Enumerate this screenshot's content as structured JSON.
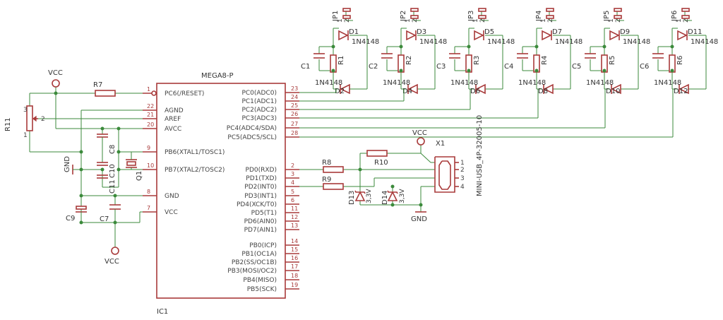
{
  "ic": {
    "name": "MEGA8-P",
    "ref": "IC1",
    "left_pins": [
      {
        "num": "1",
        "name": "PC6(/RESET)"
      },
      {
        "num": "22",
        "name": "AGND"
      },
      {
        "num": "21",
        "name": "AREF"
      },
      {
        "num": "20",
        "name": "AVCC"
      },
      {
        "num": "9",
        "name": "PB6(XTAL1/TOSC1)"
      },
      {
        "num": "10",
        "name": "PB7(XTAL2/TOSC2)"
      },
      {
        "num": "8",
        "name": "GND"
      },
      {
        "num": "7",
        "name": "VCC"
      }
    ],
    "right_pins": [
      {
        "num": "23",
        "name": "PC0(ADC0)"
      },
      {
        "num": "24",
        "name": "PC1(ADC1)"
      },
      {
        "num": "25",
        "name": "PC2(ADC2)"
      },
      {
        "num": "26",
        "name": "PC3(ADC3)"
      },
      {
        "num": "27",
        "name": "PC4(ADC4/SDA)"
      },
      {
        "num": "28",
        "name": "PC5(ADC5/SCL)"
      },
      {
        "num": "2",
        "name": "PD0(RXD)"
      },
      {
        "num": "3",
        "name": "PD1(TXD)"
      },
      {
        "num": "4",
        "name": "PD2(INT0)"
      },
      {
        "num": "5",
        "name": "PD3(INT1)"
      },
      {
        "num": "6",
        "name": "PD4(XCK/T0)"
      },
      {
        "num": "11",
        "name": "PD5(T1)"
      },
      {
        "num": "12",
        "name": "PD6(AIN0)"
      },
      {
        "num": "13",
        "name": "PD7(AIN1)"
      },
      {
        "num": "14",
        "name": "PB0(ICP)"
      },
      {
        "num": "15",
        "name": "PB1(OC1A)"
      },
      {
        "num": "16",
        "name": "PB2(SS/OC1B)"
      },
      {
        "num": "17",
        "name": "PB3(MOSI/OC2)"
      },
      {
        "num": "18",
        "name": "PB4(MISO)"
      },
      {
        "num": "19",
        "name": "PB5(SCK)"
      }
    ]
  },
  "channels": [
    {
      "jp": "JP1",
      "d_top": "D1",
      "d_bot": "D2",
      "r": "R1",
      "c": "C1",
      "diode_type": "1N4148"
    },
    {
      "jp": "JP2",
      "d_top": "D3",
      "d_bot": "D4",
      "r": "R2",
      "c": "C2",
      "diode_type": "1N4148"
    },
    {
      "jp": "JP3",
      "d_top": "D5",
      "d_bot": "D6",
      "r": "R3",
      "c": "C3",
      "diode_type": "1N4148"
    },
    {
      "jp": "JP4",
      "d_top": "D7",
      "d_bot": "D8",
      "r": "R4",
      "c": "C4",
      "diode_type": "1N4148"
    },
    {
      "jp": "JP5",
      "d_top": "D9",
      "d_bot": "D10",
      "r": "R5",
      "c": "C5",
      "diode_type": "1N4148"
    },
    {
      "jp": "JP6",
      "d_top": "D11",
      "d_bot": "D12",
      "r": "R6",
      "c": "C6",
      "diode_type": "1N4148"
    }
  ],
  "jp_pin_labels": [
    "1",
    "2"
  ],
  "parts": {
    "r7": "R7",
    "r8": "R8",
    "r9": "R9",
    "r10": "R10",
    "r11": "R11",
    "c7": "C7",
    "c8": "C8",
    "c9": "C9",
    "c10": "C10",
    "c11": "C11",
    "q1": "Q1",
    "x1": "X1",
    "d13": "D13",
    "d14": "D14",
    "zener_value": "3,3V",
    "usb_part": "MINI-USB_4P-32005-10"
  },
  "power": {
    "vcc": "VCC",
    "gnd": "GND"
  },
  "pot_pins": [
    "1",
    "2",
    "3"
  ],
  "usb_pins": [
    "1",
    "2",
    "3",
    "4"
  ]
}
